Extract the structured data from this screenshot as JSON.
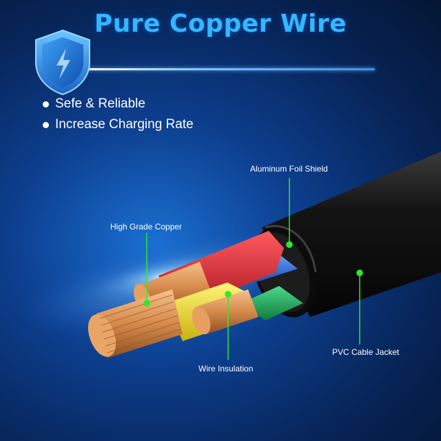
{
  "header": {
    "title": "Pure Copper Wire"
  },
  "features": [
    "Sefe & Reliable",
    "Increase Charging Rate"
  ],
  "callouts": {
    "aluminum_foil_shield": "Aluminum Foil Shield",
    "high_grade_copper": "High Grade Copper",
    "wire_insulation": "Wire Insulation",
    "pvc_cable_jacket": "PVC Cable Jacket"
  },
  "colors": {
    "title": "#35b6ff",
    "callout_line": "#2ee82e",
    "red_insulation": "#d41f2c",
    "yellow_insulation": "#f3e21c",
    "blue_insulation": "#2f6ee0",
    "green_insulation": "#1fa65a",
    "jacket": "#141414",
    "copper": "#d58a4b"
  },
  "icons": {
    "shield": "shield-lightning-icon"
  }
}
